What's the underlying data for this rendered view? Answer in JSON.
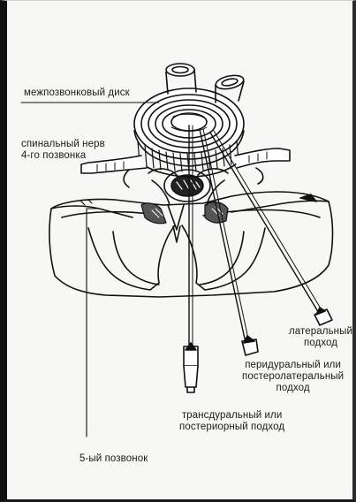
{
  "labels": {
    "disc": "межпозвонковый диск",
    "nerve_line1": "спинальный нерв",
    "nerve_line2": "4-го позвонка",
    "lateral_line1": "латеральный",
    "lateral_line2": "подход",
    "peridural_line1": "перидуральный или",
    "peridural_line2": "постеролатеральный",
    "peridural_line3": "подход",
    "transdural_line1": "трансдуральный или",
    "transdural_line2": "постериорный подход",
    "vertebra": "5-ый позвонок"
  }
}
